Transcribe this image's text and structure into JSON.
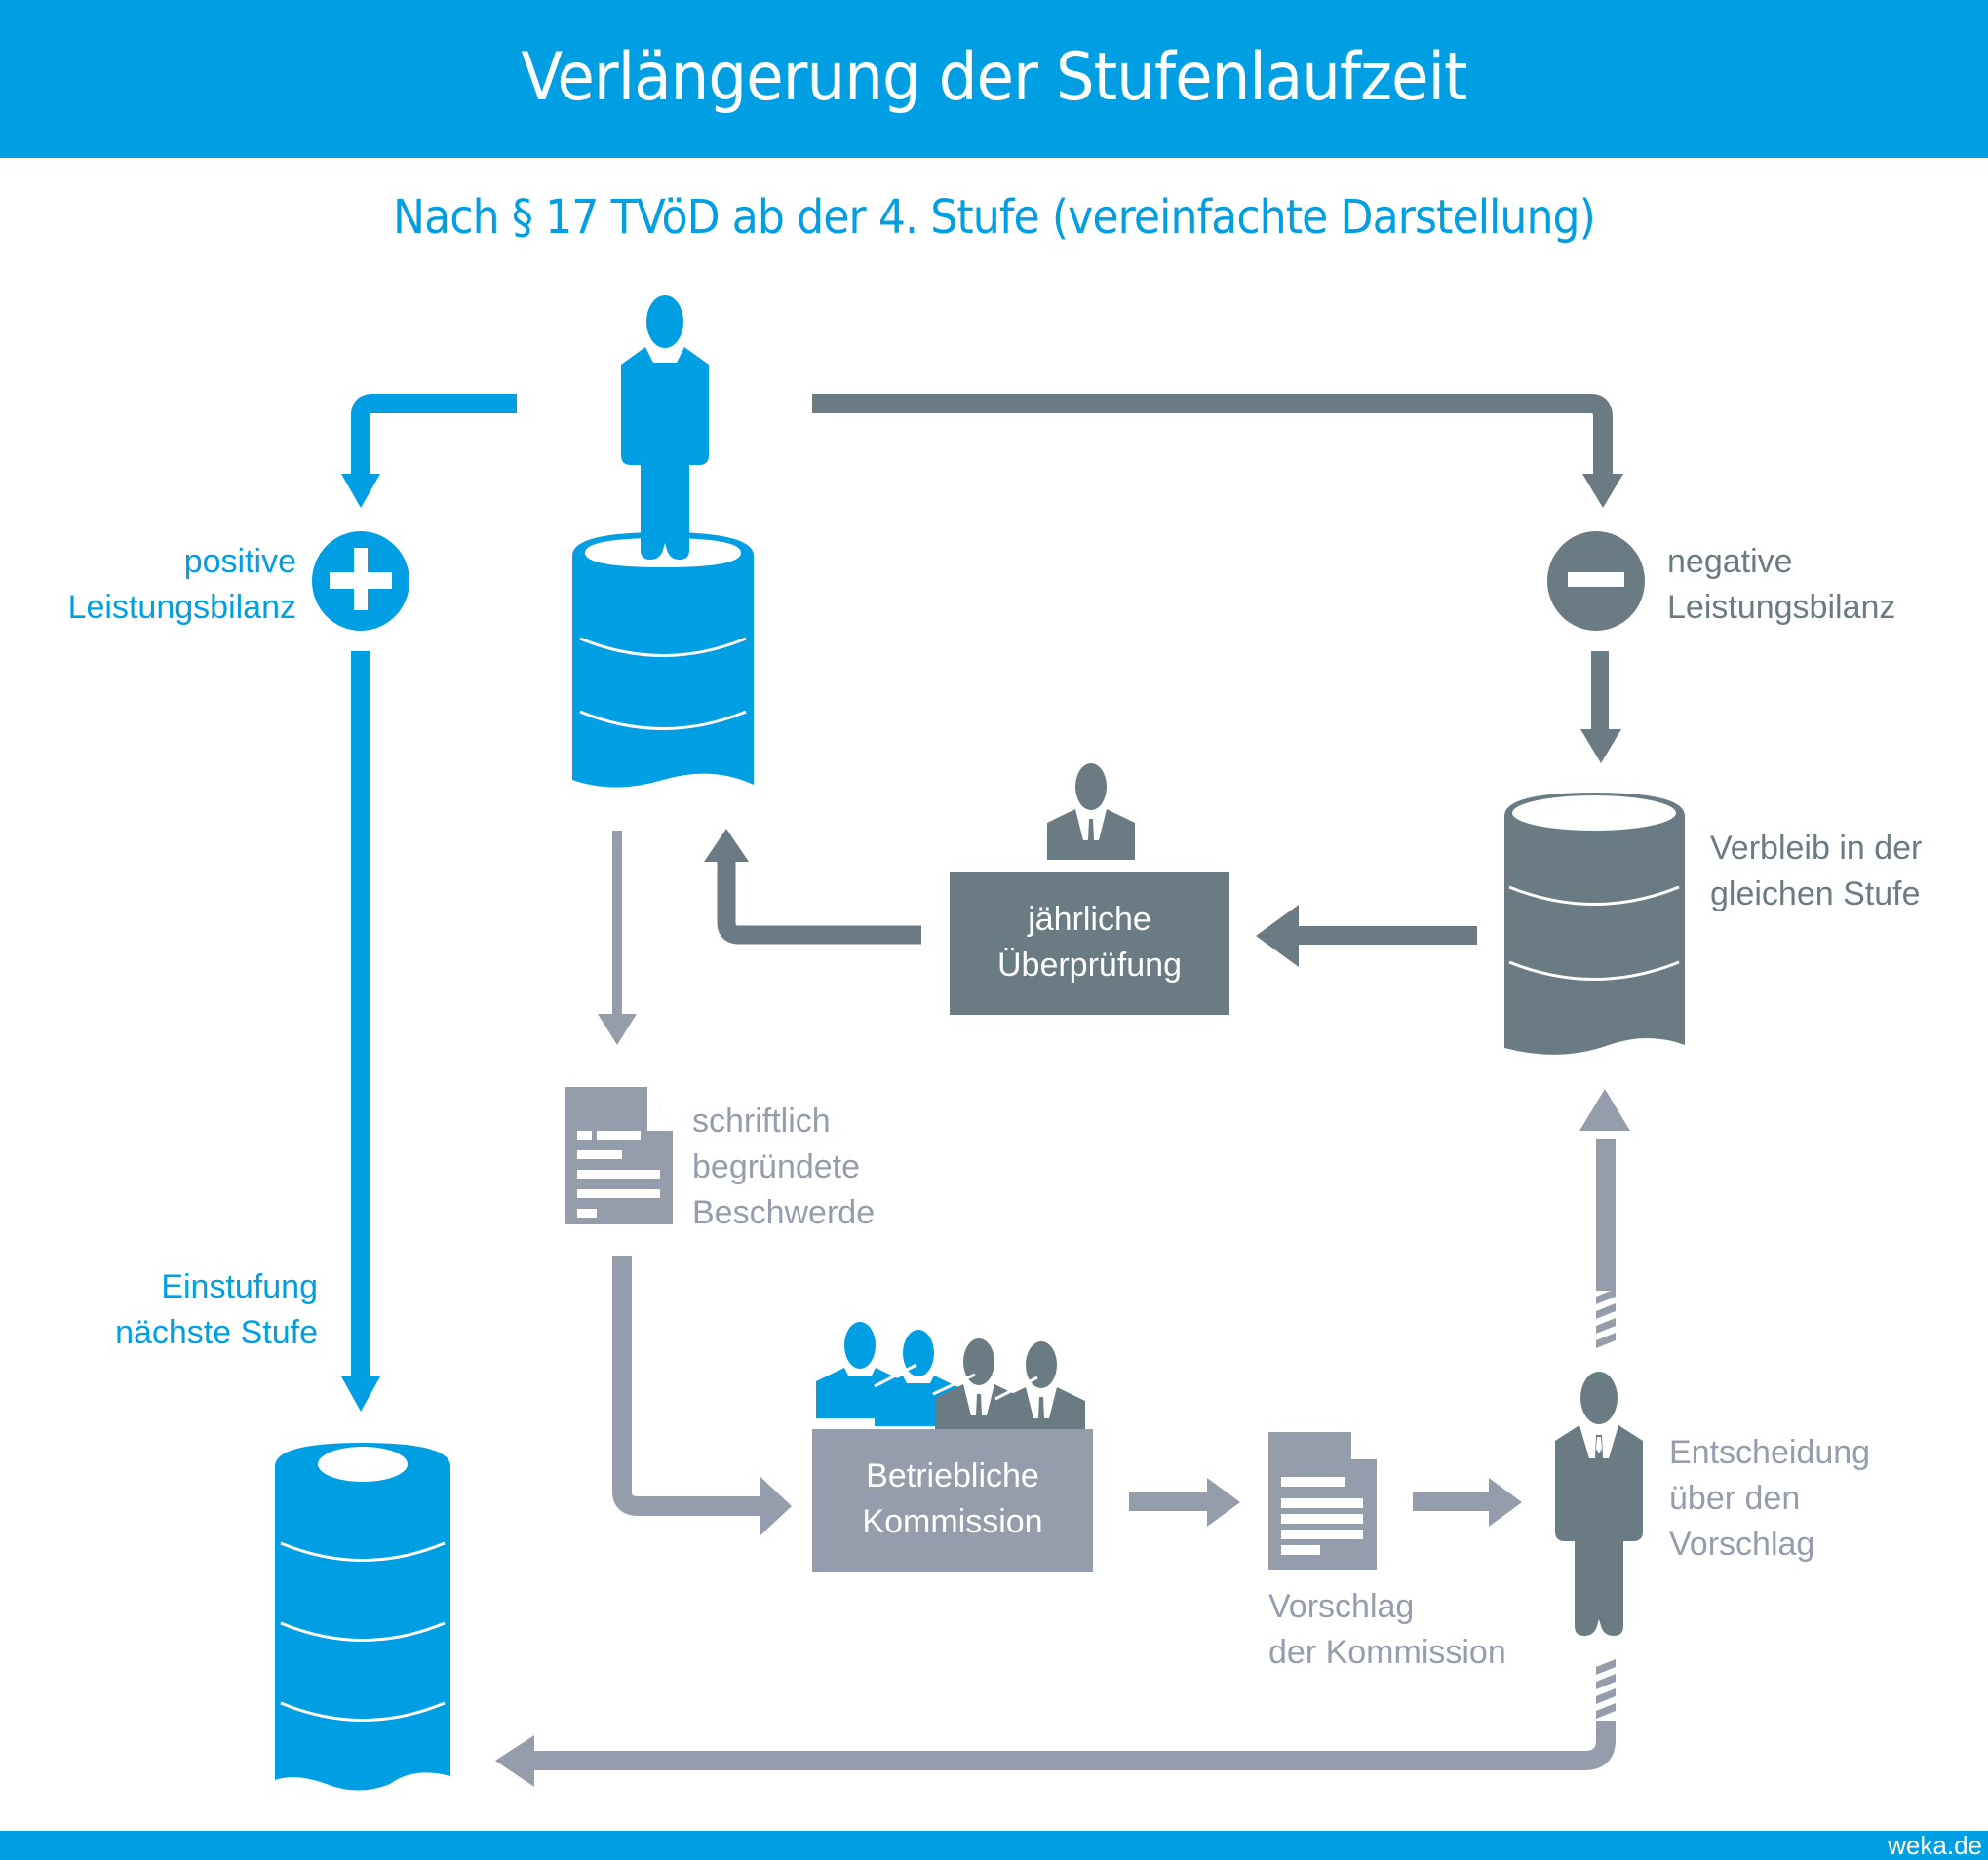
{
  "header": {
    "title": "Verlängerung der Stufenlaufzeit"
  },
  "subtitle": "Nach § 17 TVöD ab der 4. Stufe (vereinfachte Darstellung)",
  "colors": {
    "blue": "#009FE3",
    "dark": "#6B7B83",
    "light": "#959DAD",
    "white": "#FFFFFF"
  },
  "nodes": {
    "positive": {
      "line1": "positive",
      "line2": "Leistungsbilanz",
      "icon": "plus-circle-icon"
    },
    "negative": {
      "line1": "negative",
      "line2": "Leistungsbilanz",
      "icon": "minus-circle-icon"
    },
    "einstufung": {
      "line1": "Einstufung",
      "line2": "nächste Stufe"
    },
    "verbleib": {
      "line1": "Verbleib in der",
      "line2": "gleichen Stufe"
    },
    "ueberpruefung": {
      "line1": "jährliche",
      "line2": "Überprüfung"
    },
    "beschwerde": {
      "line1": "schriftlich",
      "line2": "begründete",
      "line3": "Beschwerde"
    },
    "kommission": {
      "line1": "Betriebliche",
      "line2": "Kommission"
    },
    "vorschlag": {
      "line1": "Vorschlag",
      "line2": "der Kommission"
    },
    "entscheidung": {
      "line1": "Entscheidung",
      "line2": "über den",
      "line3": "Vorschlag"
    }
  },
  "footer": {
    "brand": "weka.de"
  }
}
